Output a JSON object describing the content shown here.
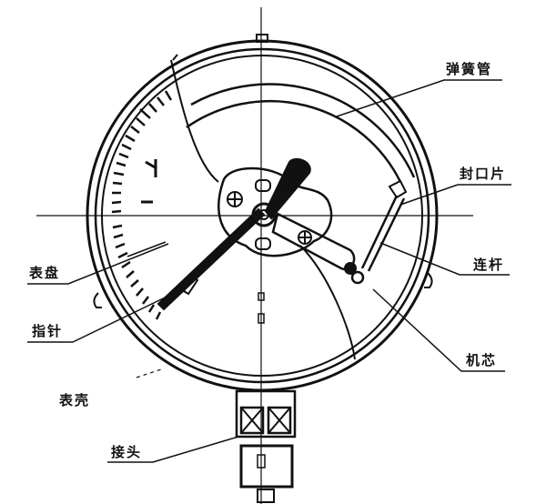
{
  "diagram": {
    "type": "pressure-gauge-structure",
    "line_color": "#111111",
    "background": "#ffffff"
  },
  "labels": {
    "bourdon_tube": "弹簧管",
    "seal_plate": "封口片",
    "connecting_rod": "连杆",
    "movement": "机芯",
    "dial": "表盘",
    "pointer": "指针",
    "case": "表壳",
    "connector": "接头"
  }
}
